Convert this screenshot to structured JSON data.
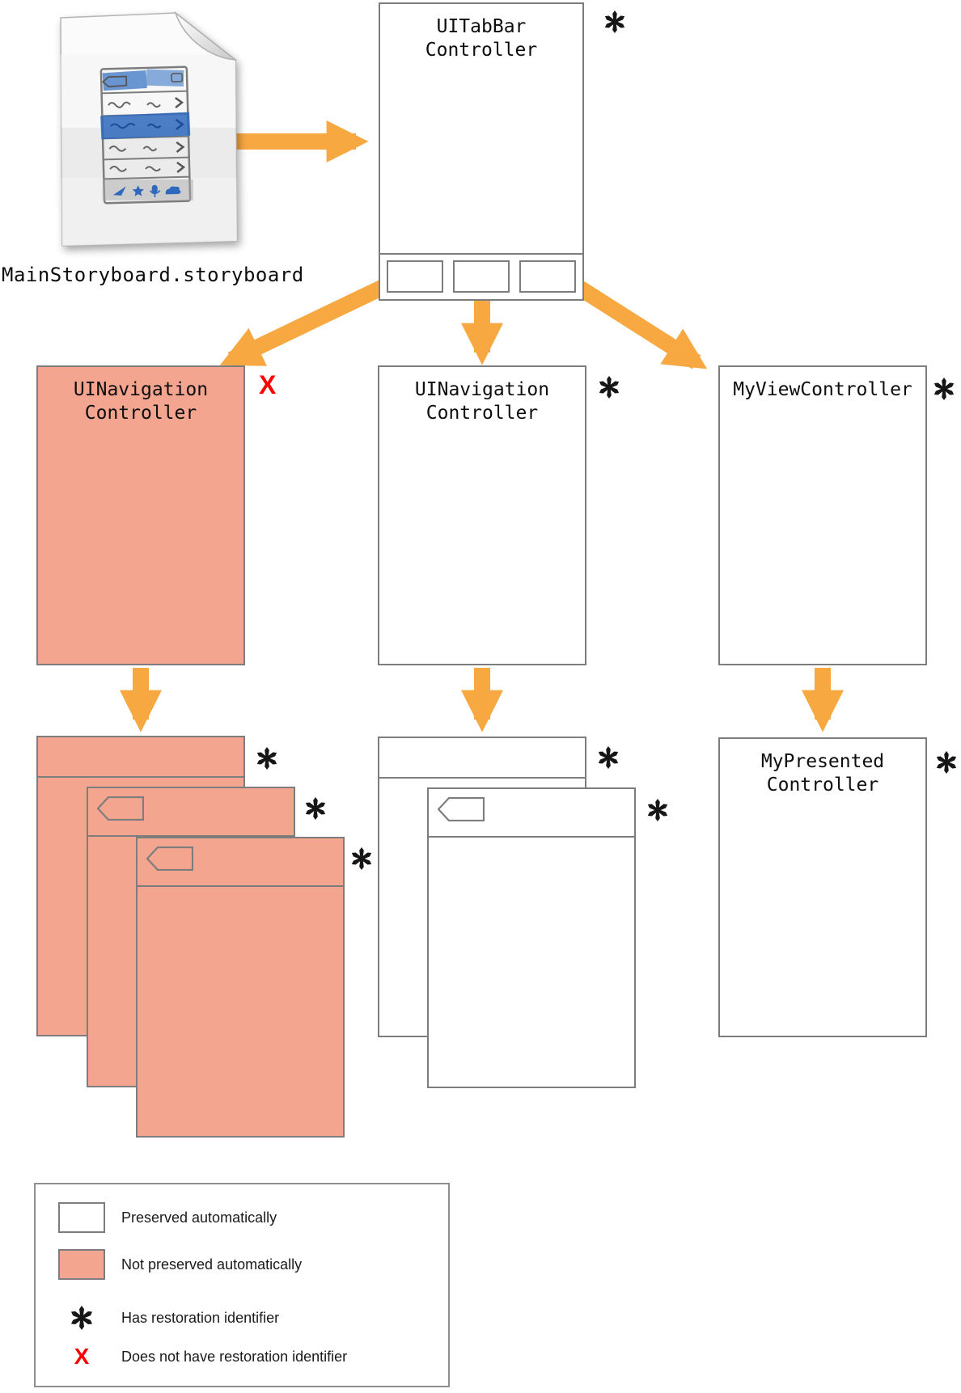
{
  "file": {
    "label": "MainStoryboard.storyboard"
  },
  "titles": {
    "tabbar": "UITabBar\nController",
    "nav_left": "UINavigation\nController",
    "nav_mid": "UINavigation\nController",
    "myvc": "MyViewController",
    "presented": "MyPresented\nController"
  },
  "markers": {
    "tabbar": "asterisk",
    "nav_left": "X",
    "nav_mid": "asterisk",
    "myvc": "asterisk",
    "stack_left_1": "asterisk",
    "stack_left_2": "asterisk",
    "stack_left_3": "asterisk",
    "stack_mid_1": "asterisk",
    "stack_mid_2": "asterisk",
    "presented": "asterisk"
  },
  "legend": {
    "items": [
      {
        "swatch": "white",
        "label": "Preserved automatically"
      },
      {
        "swatch": "pink",
        "label": "Not preserved automatically"
      },
      {
        "symbol": "asterisk",
        "label": "Has restoration identifier"
      },
      {
        "symbol": "X",
        "label": "Does not have restoration identifier"
      }
    ]
  },
  "colors": {
    "pink": "#F3A58F",
    "arrow": "#F7A840",
    "border": "#7D7D7D",
    "red": "#FF0000"
  }
}
